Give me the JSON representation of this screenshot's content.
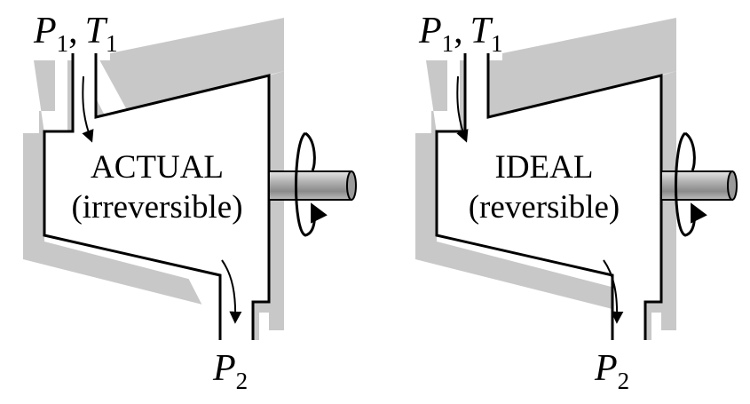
{
  "diagrams": [
    {
      "inlet_var": "P",
      "inlet_sub": "1",
      "comma": ",",
      "temp_var": "T",
      "temp_sub": "1",
      "line1": "ACTUAL",
      "line2": "(irreversible)",
      "outlet_var": "P",
      "outlet_sub": "2"
    },
    {
      "inlet_var": "P",
      "inlet_sub": "1",
      "comma": ",",
      "temp_var": "T",
      "temp_sub": "1",
      "line1": "IDEAL",
      "line2": "(reversible)",
      "outlet_var": "P",
      "outlet_sub": "2"
    }
  ],
  "colors": {
    "casing": "#c8c8c8",
    "shaft": "#9a9a9a",
    "ink": "#000000"
  }
}
